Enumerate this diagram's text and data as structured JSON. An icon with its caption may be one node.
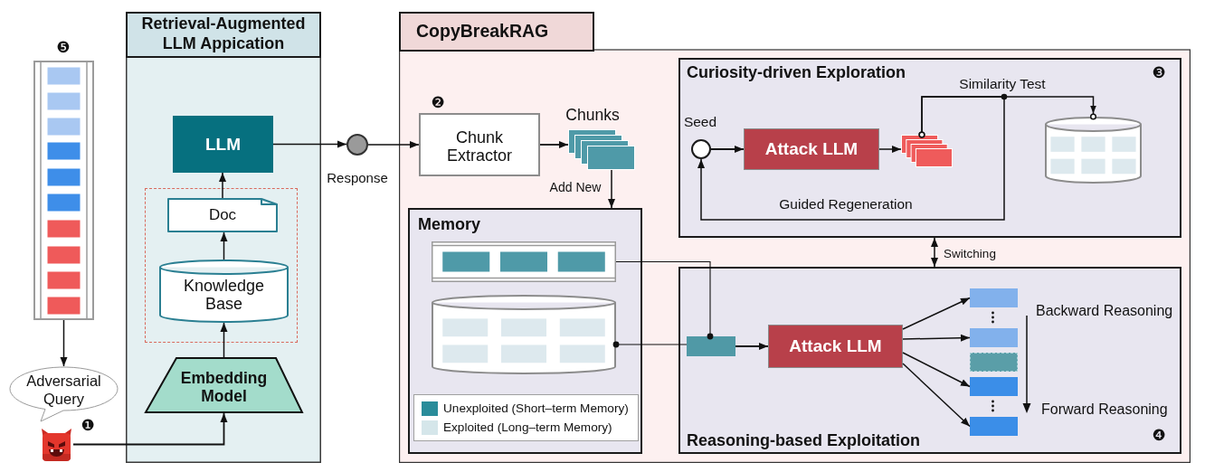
{
  "diagram": {
    "nodes": [
      {
        "text": [],
        "shape": "box",
        "beside": [
          "❺"
        ]
      },
      {
        "text": [
          "Adversarial Query"
        ]
      },
      {
        "text": [],
        "shape": "picture"
      },
      {
        "text": [
          "Retrieval-Augmented LLM Appication"
        ]
      },
      {
        "text": [
          "LLM"
        ],
        "in": 3
      },
      {
        "text": [],
        "shape": "box",
        "in": 3
      },
      {
        "text": [
          "Doc"
        ],
        "in": 5
      },
      {
        "text": [
          "Knowledge Base"
        ],
        "in": 5
      },
      {
        "text": [
          "Embedding Model"
        ],
        "in": 3
      },
      {
        "text": [],
        "shape": "circle",
        "beside": [
          "Response"
        ]
      },
      {
        "text": [
          "CopyBreakRAG"
        ]
      },
      {
        "text": [
          "Chunk Extractor"
        ],
        "in": 10,
        "beside": [
          "❷"
        ]
      },
      {
        "text": [],
        "shape": "box",
        "in": 10,
        "beside": [
          "Chunks"
        ]
      },
      {
        "text": [
          "Curiosity-driven Exploration"
        ],
        "in": 10
      },
      {
        "text": [],
        "shape": "circle",
        "in": 13,
        "beside": [
          "Seed"
        ]
      },
      {
        "text": [
          "Attack LLM"
        ],
        "in": 13
      },
      {
        "text": [],
        "shape": "box",
        "in": 13
      },
      {
        "text": [],
        "shape": "cylinder",
        "in": 13
      },
      {
        "text": [
          "Memory"
        ],
        "in": 10
      },
      {
        "text": [],
        "shape": "box",
        "in": 18
      },
      {
        "text": [],
        "shape": "cylinder",
        "in": 18
      },
      {
        "text": [
          "Reasoning-based Exploitation"
        ],
        "in": 10
      },
      {
        "text": [],
        "shape": "box",
        "in": 21
      },
      {
        "text": [
          "Attack LLM"
        ],
        "in": 21
      },
      {
        "text": [],
        "shape": "box",
        "in": 21
      },
      {
        "text": [],
        "shape": "box",
        "in": 21
      },
      {
        "text": [],
        "shape": "box",
        "in": 21
      },
      {
        "text": [],
        "shape": "box",
        "in": 21
      },
      {
        "text": [],
        "shape": "box",
        "in": 21
      }
    ],
    "edges": [
      {
        "from": 0,
        "to": 1,
        "arrow": "to"
      },
      {
        "from": 2,
        "to": 8,
        "arrow": "to"
      },
      {
        "from": 8,
        "to": 7,
        "arrow": "to"
      },
      {
        "from": 7,
        "to": 6,
        "arrow": "to"
      },
      {
        "from": 6,
        "to": 4,
        "arrow": "to"
      },
      {
        "from": 4,
        "to": 9,
        "arrow": "to"
      },
      {
        "from": 9,
        "to": 11,
        "arrow": "to"
      },
      {
        "from": 11,
        "to": 12,
        "arrow": "to"
      },
      {
        "from": 12,
        "to": 18,
        "arrow": "to",
        "label": "Add New"
      },
      {
        "from": 14,
        "to": 15,
        "arrow": "to"
      },
      {
        "from": 15,
        "to": 16,
        "arrow": "to"
      },
      {
        "from": 16,
        "to": 17,
        "arrow": "to",
        "label": "Similarity Test"
      },
      {
        "from": 16,
        "to": 14,
        "arrow": "to",
        "label": "Guided Regeneration"
      },
      {
        "from": 13,
        "to": 21,
        "arrow": "both",
        "label": "Switching"
      },
      {
        "from": 19,
        "to": 22,
        "arrow": "other"
      },
      {
        "from": 20,
        "to": 22,
        "arrow": "other"
      },
      {
        "from": 22,
        "to": 23,
        "arrow": "to"
      },
      {
        "from": 23,
        "to": 24,
        "arrow": "to"
      },
      {
        "from": 23,
        "to": 25,
        "arrow": "to"
      },
      {
        "from": 23,
        "to": 27,
        "arrow": "to"
      },
      {
        "from": 23,
        "to": 28,
        "arrow": "to"
      }
    ],
    "labels": [
      "❸",
      "Backward Reasoning",
      "Forward Reasoning",
      "❶",
      "❹"
    ],
    "legend": [
      {
        "text": "Unexploited (Short–term Memory)",
        "color": "#2a8c9a"
      },
      {
        "text": "Exploited (Long–term Memory)",
        "color": "#d5e6ea"
      }
    ]
  }
}
